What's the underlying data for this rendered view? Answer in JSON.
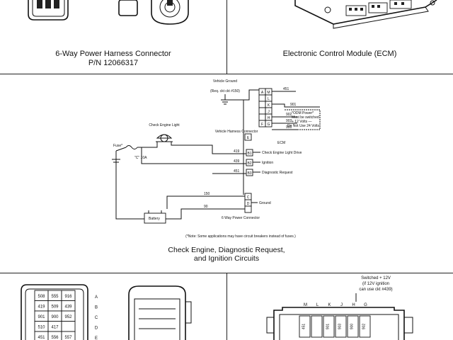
{
  "panels": {
    "top_left": {
      "title": "6-Way Power Harness Connector",
      "part_number": "P/N 12066317"
    },
    "top_right": {
      "title": "Electronic Control Module (ECM)"
    },
    "middle": {
      "title_line1": "Check Engine, Diagnostic Request,",
      "title_line2": "and Ignition Circuits",
      "labels": {
        "vehicle_ground": "Vehicle Ground",
        "ground_note": "(Req. ckt ckt #150)",
        "check_engine_light": "Check Engine Light",
        "fuse": "Fuse*",
        "fuse_id": "\"C\" 10A",
        "vehicle_harness_connector": "Vehicle Harness Connector",
        "ecm": "ECM",
        "check_engine_light_drive": "Check Engine Light Drive",
        "ignition": "Ignition",
        "diagnostic_request": "Diagnostic Request",
        "ground": "Ground",
        "battery": "Battery",
        "six_way": "6 Way Power Connector",
        "odm_power": "*ODM Power*",
        "odm_note1": "Must be switched",
        "odm_note2": "+ 12 Volts —",
        "odm_note3": "Do Not Use 24 Volts",
        "footnote": "(*Note: Some applications may have circuit breakers instead of fuses.)"
      },
      "pins": [
        "A",
        "M",
        "L",
        "K",
        "J",
        "H",
        "G",
        "F",
        "E",
        "B1",
        "B2",
        "B3",
        "C",
        "D"
      ],
      "wires": {
        "w451a": "451",
        "w901": "901",
        "w902": "902",
        "w903": "903",
        "w900": "900",
        "w419": "419",
        "w439": "439",
        "w451b": "451",
        "w150": "150",
        "w90": "90"
      }
    },
    "bottom_left": {
      "grid": [
        [
          "508",
          "555",
          "916"
        ],
        [
          "419",
          "509",
          "439"
        ],
        [
          "901",
          "900",
          "952"
        ],
        [
          "510",
          "417",
          ""
        ],
        [
          "451",
          "556",
          "557"
        ]
      ],
      "rows": [
        "A",
        "B",
        "C",
        "D",
        "E"
      ]
    },
    "bottom_right": {
      "note_line1": "Switched + 12V",
      "note_line2": "(if 12V ignition",
      "note_line3": "can use ckt #439)",
      "pin_letters": [
        "M",
        "L",
        "K",
        "J",
        "H",
        "G"
      ],
      "pin_numbers": [
        "451",
        "",
        "901",
        "903",
        "900",
        "902"
      ]
    }
  }
}
